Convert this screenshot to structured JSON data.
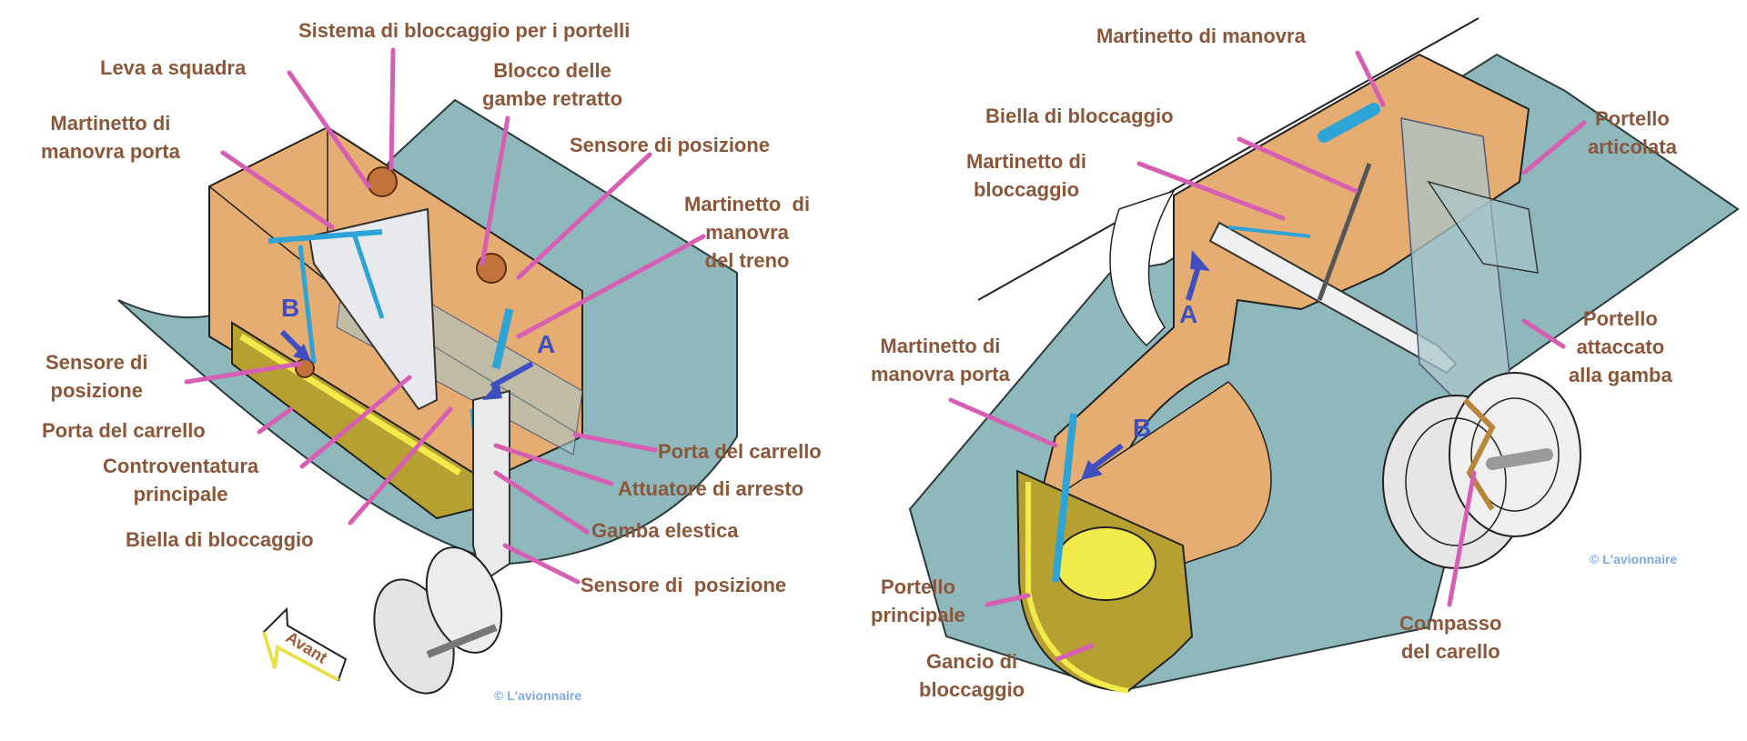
{
  "colors": {
    "label_text": "#8a573a",
    "leader_line": "#d65fb4",
    "marker": "#3f4fc0",
    "bay_orange": "#e6ad72",
    "fairing_teal": "#8fb8bd",
    "door_olive": "#b6a031",
    "door_yellow": "#f0ea4a",
    "actuator_blue": "#2ea3d6",
    "copyright": "#7fa8dd"
  },
  "left_diagram": {
    "labels": [
      {
        "id": "sistema-bloccaggio-portelli",
        "text": "Sistema di bloccaggio per i portelli"
      },
      {
        "id": "leva-a-squadra",
        "text": "Leva a squadra"
      },
      {
        "id": "blocco-gambe-retratto",
        "text": "Blocco delle\ngambe retratto"
      },
      {
        "id": "martinetto-manovra-porta",
        "text": "Martinetto di\nmanovra porta"
      },
      {
        "id": "sensore-posizione-top",
        "text": "Sensore di posizione"
      },
      {
        "id": "martinetto-manovra-treno",
        "text": "Martinetto  di\nmanovra\ndel treno"
      },
      {
        "id": "sensore-posizione-left",
        "text": "Sensore di\nposizione"
      },
      {
        "id": "porta-carrello-left",
        "text": "Porta del carrello"
      },
      {
        "id": "controventatura-principale",
        "text": "Controventatura\nprincipale"
      },
      {
        "id": "biella-bloccaggio",
        "text": "Biella di bloccaggio"
      },
      {
        "id": "porta-carrello-right",
        "text": "Porta del carrello"
      },
      {
        "id": "attuatore-arresto",
        "text": "Attuatore di arresto"
      },
      {
        "id": "gamba-elestica",
        "text": "Gamba elestica"
      },
      {
        "id": "sensore-posizione-bottom",
        "text": "Sensore di  posizione"
      }
    ],
    "markers": {
      "a": "A",
      "b": "B"
    },
    "direction_arrow": "Avant",
    "copyright": "© L'avionnaire"
  },
  "right_diagram": {
    "labels": [
      {
        "id": "martinetto-manovra",
        "text": "Martinetto di manovra"
      },
      {
        "id": "biella-bloccaggio",
        "text": "Biella di bloccaggio"
      },
      {
        "id": "martinetto-bloccaggio",
        "text": "Martinetto di\nbloccaggio"
      },
      {
        "id": "portello-articolata",
        "text": "Portello\narticolata"
      },
      {
        "id": "portello-attaccato-gamba",
        "text": "Portello\nattaccato\nalla gamba"
      },
      {
        "id": "martinetto-manovra-porta",
        "text": "Martinetto di\nmanovra porta"
      },
      {
        "id": "portello-principale",
        "text": "Portello\nprincipale"
      },
      {
        "id": "gancio-bloccaggio",
        "text": "Gancio di\nbloccaggio"
      },
      {
        "id": "compasso-carello",
        "text": "Compasso\ndel carello"
      }
    ],
    "markers": {
      "a": "A",
      "b": "B"
    },
    "copyright": "© L'avionnaire"
  }
}
